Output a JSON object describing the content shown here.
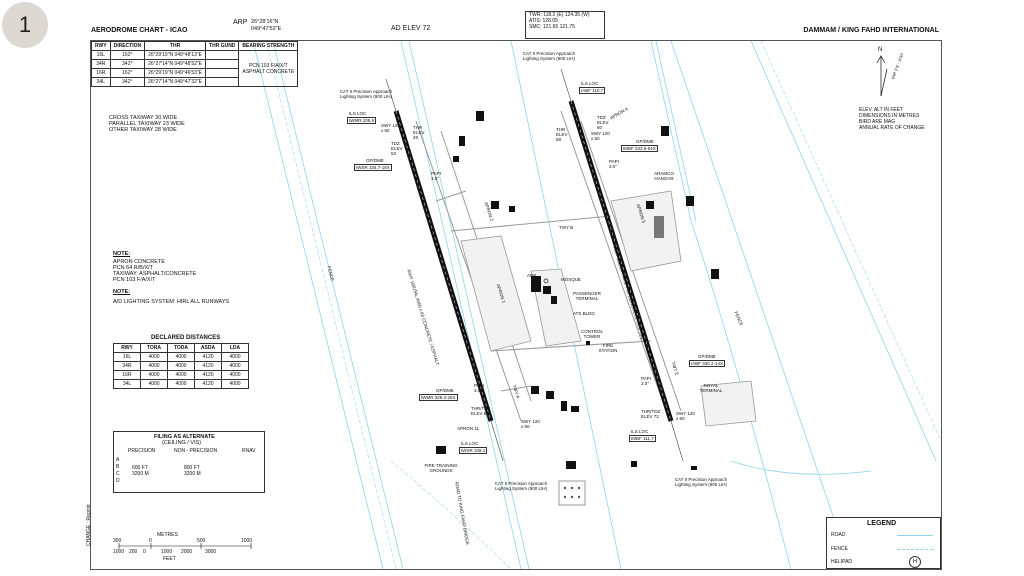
{
  "badge": "1",
  "header": {
    "chart_title": "AERODROME CHART - ICAO",
    "arp_label": "ARP",
    "arp_lat": "26°28'16\"N",
    "arp_lon": "049°47'52\"E",
    "ad_elev": "AD ELEV 72",
    "freq_lines": [
      "TWR: 118.2 (E)  124.35 (W)",
      "ATIS:  128.05",
      "SMC:  121.65   121.75"
    ],
    "airport": "DAMMAM / KING FAHD INTERNATIONAL"
  },
  "runway_table": {
    "headers": [
      "RWY",
      "DIRECTION",
      "THR",
      "THR GUND",
      "BEARING STRENGTH"
    ],
    "rows": [
      {
        "rwy": "16L",
        "dir": "162°",
        "thr": "26°29'19\"N 049°48'13\"E"
      },
      {
        "rwy": "34R",
        "dir": "342°",
        "thr": "26°27'14\"N 049°48'52\"E"
      },
      {
        "rwy": "16R",
        "dir": "162°",
        "thr": "26°29'19\"N 049°46'53\"E"
      },
      {
        "rwy": "34L",
        "dir": "342°",
        "thr": "26°27'14\"N 049°47'32\"E"
      }
    ],
    "strength": "PCN 103 F/A/X/T ASPHALT CONCRETE"
  },
  "taxiway_notes": [
    "CROSS TAXIWAY 30 WIDE",
    "PARALLEL TAXIWAY 23 WIDE",
    "OTHER TAXIWAY 28 WIDE"
  ],
  "note1": {
    "title": "NOTE:",
    "lines": [
      "APRON CONCRETE",
      "PCN 64 R/B/X/T",
      "TAXIWAY: ASPHALT/CONCRETE",
      "PCN 103 F/A/X/T"
    ]
  },
  "note2": {
    "title": "NOTE:",
    "lines": [
      "A/D LIGHTING SYSTEM: HIRL ALL RUNWAYS"
    ]
  },
  "declared": {
    "title": "DECLARED DISTANCES",
    "headers": [
      "RWY",
      "TORA",
      "TODA",
      "ASDA",
      "LDA"
    ],
    "rows": [
      [
        "16L",
        "4000",
        "4000",
        "4120",
        "4000"
      ],
      [
        "34R",
        "4000",
        "4000",
        "4120",
        "4000"
      ],
      [
        "16R",
        "4000",
        "4000",
        "4120",
        "4000"
      ],
      [
        "34L",
        "4000",
        "4000",
        "4120",
        "4000"
      ]
    ]
  },
  "filing": {
    "title": "FILING AS ALTERNATE",
    "subtitle": "(CEILING / VIS)",
    "headers": [
      "PRECISION",
      "NON - PRECISION",
      "RNAV"
    ],
    "cats": [
      "A",
      "B",
      "C",
      "D"
    ],
    "precision": [
      "600 FT",
      "3200 M"
    ],
    "nonprecision": [
      "800 FT",
      "3200 M"
    ]
  },
  "scale": {
    "metres_label": "METRES",
    "metres_ticks": [
      "300",
      "0",
      "500",
      "1000"
    ],
    "feet_ticks": [
      "1000",
      "200",
      "0",
      "1000",
      "2000",
      "3000"
    ],
    "feet_label": "FEET"
  },
  "change_text": "CHANGE : Reprint",
  "north": {
    "n": "N",
    "var": "VAR 3°E - 2010",
    "notes": [
      "ELEV. ALT IN FEET",
      "DIMENSIONS IN METRES",
      "BIRD ARE MAG",
      "ANNUAL RATE OF CHANGE"
    ]
  },
  "legend": {
    "title": "LEGEND",
    "items": [
      "ROAD",
      "FENCE",
      "HELIPAD"
    ],
    "helipad_symbol": "H"
  },
  "map_labels": {
    "cat2_top_w": "CAT II Precision Approach Lighting System (900 LIH)",
    "cat2_top_e": "CAT II Precision Approach Lighting System (900 LIH)",
    "cat2_bot_w": "CAT II Precision Approach Lighting System (900 LIH)",
    "cat2_bot_e": "CAT II Precision Approach Lighting System (900 LIH)",
    "ils_nw": "ILS LOC",
    "ils_nw_id": "IWMR 108.9",
    "ils_ne": "ILS LOC",
    "ils_ne_id": "IABF 110.7",
    "ils_sw": "ILS LOC",
    "ils_sw_id": "IWSR 108.1",
    "ils_se": "ILS LOC",
    "ils_se_id": "IMBF 111.7",
    "gpdme_nw": "GP/DME",
    "gpdme_nw_id": "IWSR 334.7-18X",
    "gpdme_ne": "GP/DME",
    "gpdme_ne_id": "IMBF 333.5-54X",
    "gpdme_sw": "GP/DME",
    "gpdme_sw_id": "IWMR 329.3-26X",
    "gpdme_se": "GP/DME",
    "gpdme_se_id": "IABF 330.2-14X",
    "swy": "SWY 120 x 60",
    "thr_elev_nw": "THR ELEV 49",
    "tdz_elev_nw": "TDZ ELEV 53",
    "thr_elev_ne": "THR ELEV 58",
    "tdz_elev_ne": "TDZ ELEV 60",
    "thr_sw": "THR/TDZ ELEV 56",
    "thr_se": "THR/TDZ ELEV 72",
    "papi": "PAPI 3.0°",
    "apron1": "APRON 1",
    "apron2": "APRON 2",
    "apron4": "APRON 4",
    "apron5": "APRON 5",
    "apron11": "APRON 11",
    "aramco": "ARAMCO HANGAR",
    "mosque": "MOSQUE",
    "pax_term": "PASSENGER TERMINAL",
    "ats": "ATS BLDG",
    "twr": "CONTROL TOWER",
    "fire": "FIRE STATION",
    "royal": "ROYAL TERMINAL",
    "fire_train": "FIRE TRAINING GROUNDS",
    "arp_pt": "ARP",
    "fence": "FENCE",
    "twy_b": "TWY B",
    "twy_a": "TWY A",
    "twy_e": "TWY E",
    "rwy_w": "RWY 16R/34L  4000 x 60  CONCRETE / ASPHALT",
    "rwy_e": "RWY 16L/34R  4000 x 60  CONCRETE / ASPHALT",
    "road": "ROAD TO KING FAHD BRIDGE"
  }
}
